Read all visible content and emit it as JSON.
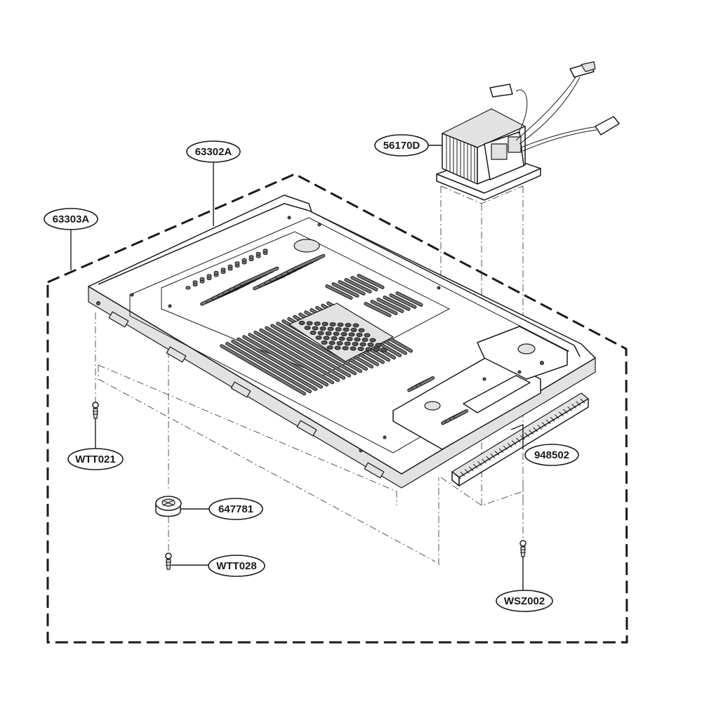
{
  "diagram": {
    "colors": {
      "line": "#1a1a1a",
      "fill": "#ffffff",
      "shade": "#e2e2e2"
    },
    "callouts": [
      {
        "id": "63302A",
        "label": "63302A"
      },
      {
        "id": "63303A",
        "label": "63303A"
      },
      {
        "id": "56170D",
        "label": "56170D"
      },
      {
        "id": "WTT021",
        "label": "WTT021"
      },
      {
        "id": "647781",
        "label": "647781"
      },
      {
        "id": "WTT028",
        "label": "WTT028"
      },
      {
        "id": "948502",
        "label": "948502"
      },
      {
        "id": "WSZ002",
        "label": "WSZ002"
      }
    ]
  }
}
